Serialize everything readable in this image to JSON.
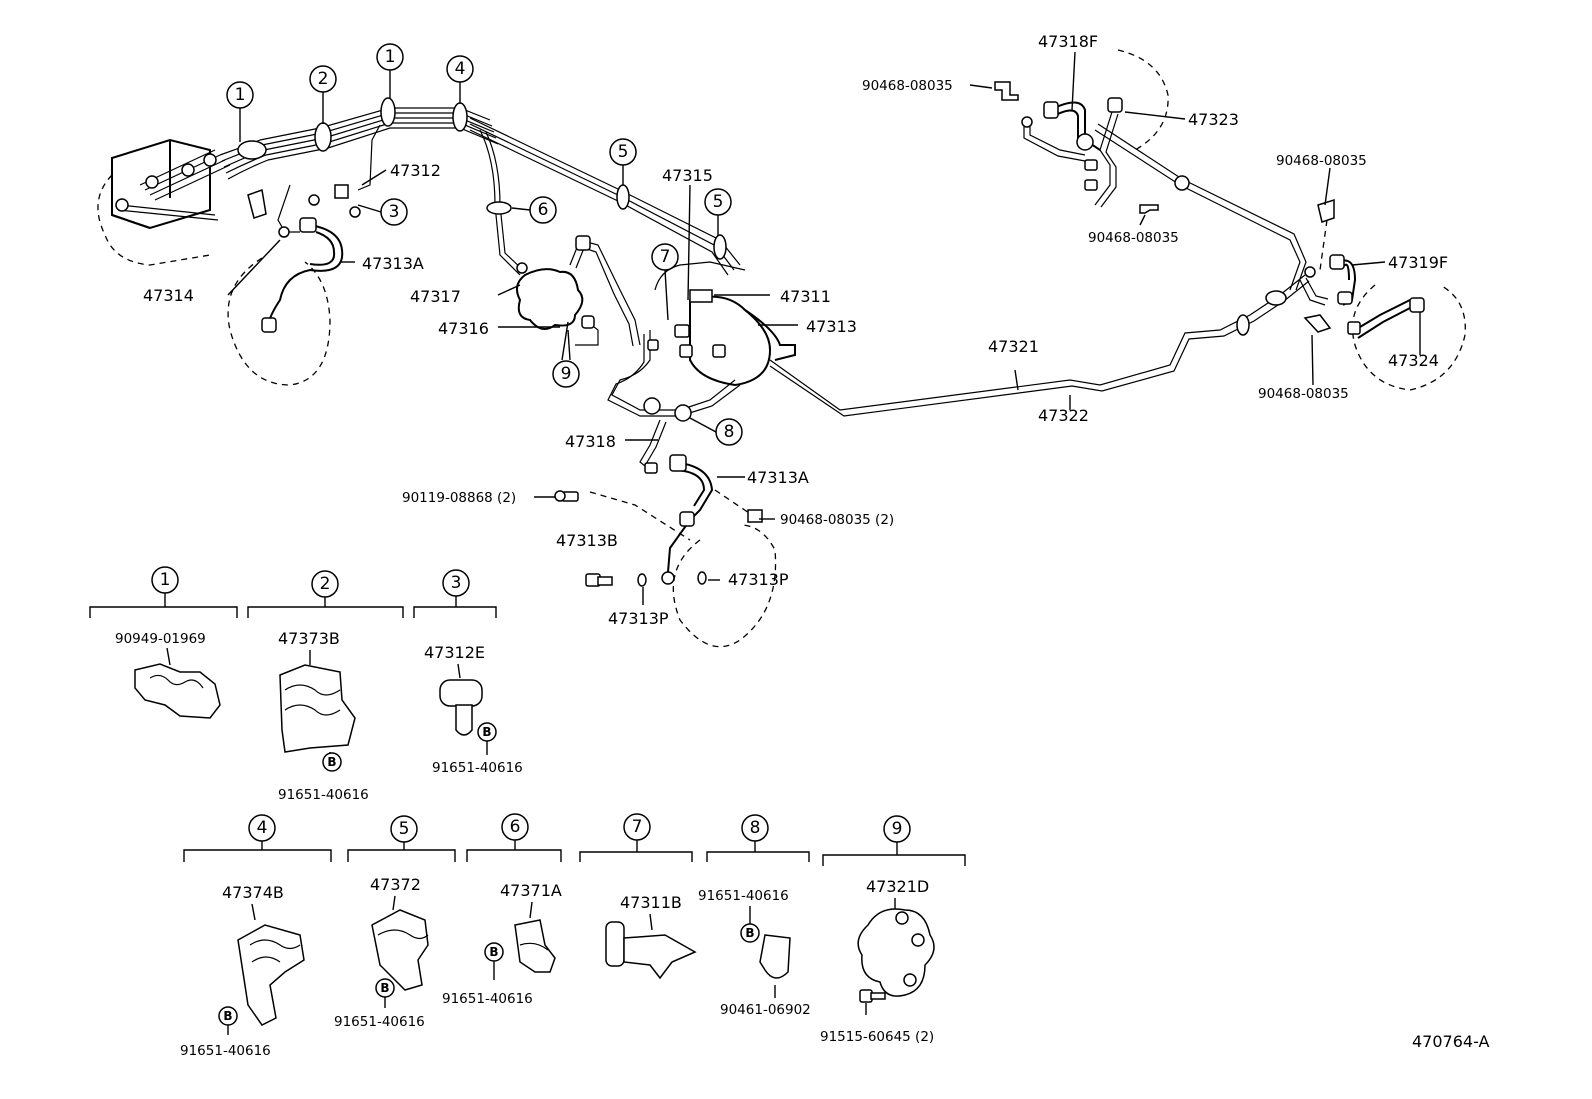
{
  "callouts": [
    "1",
    "2",
    "3",
    "4",
    "5",
    "6",
    "7",
    "8",
    "9"
  ],
  "bolt_mark": "B",
  "main_labels": {
    "p47312": "47312",
    "p47313A_left": "47313A",
    "p47314": "47314",
    "p47317": "47317",
    "p47316": "47316",
    "p47315": "47315",
    "p47311": "47311",
    "p47313": "47313",
    "p47318": "47318",
    "p47313A_center": "47313A",
    "p90119": "90119-08868 (2)",
    "p90468_center": "90468-08035 (2)",
    "p47313B": "47313B",
    "p47313P_left": "47313P",
    "p47313P_right": "47313P",
    "p47321": "47321",
    "p47322": "47322",
    "p47318F": "47318F",
    "p90468_tl": "90468-08035",
    "p47323": "47323",
    "p90468_mid": "90468-08035",
    "p90468_tr": "90468-08035",
    "p47319F": "47319F",
    "p47324": "47324",
    "p90468_br": "90468-08035"
  },
  "detail_groups": [
    {
      "num": "1",
      "parts": [
        "90949-01969"
      ]
    },
    {
      "num": "2",
      "parts": [
        "47373B",
        "91651-40616"
      ]
    },
    {
      "num": "3",
      "parts": [
        "47312E",
        "91651-40616"
      ]
    },
    {
      "num": "4",
      "parts": [
        "47374B",
        "91651-40616"
      ]
    },
    {
      "num": "5",
      "parts": [
        "47372",
        "91651-40616"
      ]
    },
    {
      "num": "6",
      "parts": [
        "47371A",
        "91651-40616"
      ]
    },
    {
      "num": "7",
      "parts": [
        "47311B"
      ]
    },
    {
      "num": "8",
      "parts": [
        "91651-40616",
        "90461-06902"
      ]
    },
    {
      "num": "9",
      "parts": [
        "47321D",
        "91515-60645 (2)"
      ]
    }
  ],
  "diagram_code": "470764-A"
}
